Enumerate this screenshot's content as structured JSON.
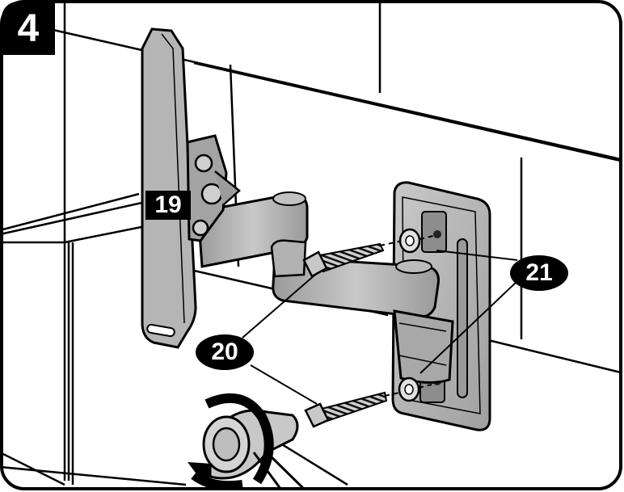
{
  "step": {
    "number": "4"
  },
  "parts": {
    "mount": "19",
    "lag_bolt": "20",
    "washer": "21"
  },
  "colors": {
    "line": "#000000",
    "metal": "#b8b8b8",
    "metal_dark": "#8a8a8a",
    "metal_light": "#d6d6d6",
    "background": "#ffffff"
  }
}
